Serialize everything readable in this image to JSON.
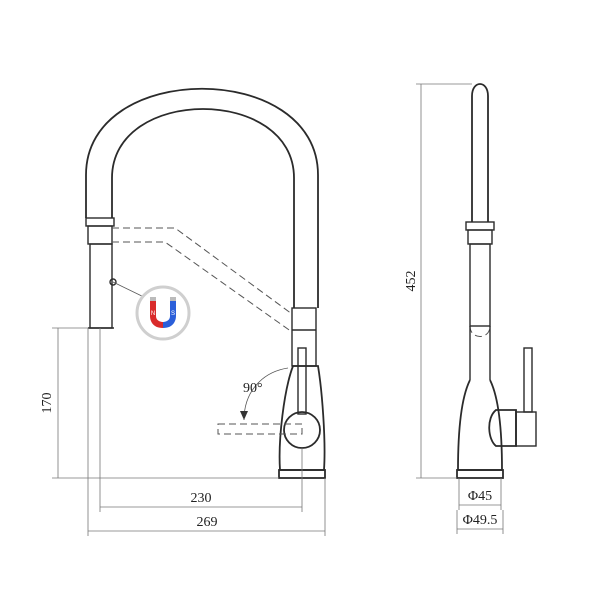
{
  "dimensions": {
    "total_height": "452",
    "spout_height": "170",
    "reach": "230",
    "overall_width": "269",
    "base_diameter": "Φ45",
    "flange_diameter": "Φ49.5",
    "handle_angle": "90°"
  },
  "magnet_badge": {
    "north_label": "N",
    "south_label": "S",
    "colors": {
      "north": "#d92b2b",
      "south": "#2b5fd9",
      "ring": "#cfcfcf"
    }
  },
  "colors": {
    "line": "#2b2b2b",
    "dimension": "#777777"
  }
}
